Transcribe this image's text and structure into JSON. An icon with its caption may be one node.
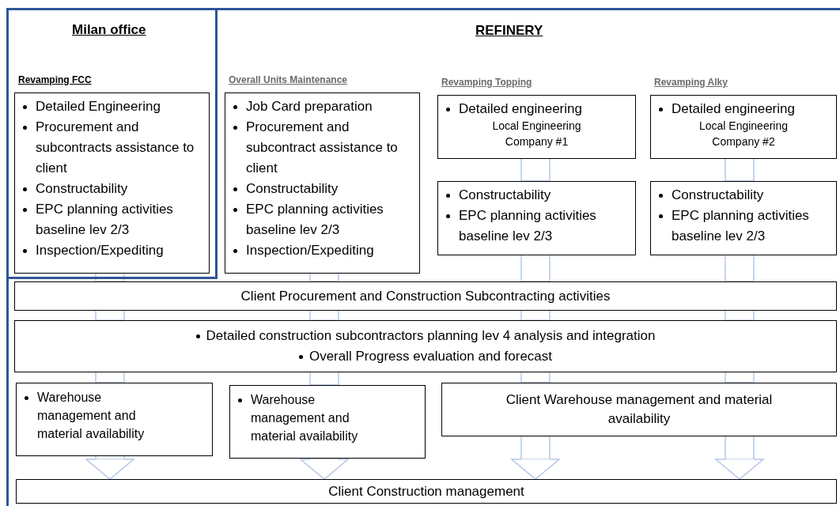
{
  "diagram": {
    "nodes": [
      {
        "text": [
          "REFINERY"
        ]
      },
      {
        "text": [
          "Milan office"
        ],
        "in": 0
      },
      {
        "text": [
          "Revamping FCC",
          "Detailed Engineering",
          "Procurement and subcontracts assistance to client",
          "Constructability",
          "EPC planning activities baseline lev 2/3",
          "Inspection/Expediting"
        ],
        "in": 1
      },
      {
        "text": [
          "Overall Units Maintenance",
          "Job Card preparation",
          "Procurement and subcontract assistance to client",
          "Constructability",
          "EPC planning activities baseline lev 2/3",
          "Inspection/Expediting"
        ],
        "in": 0
      },
      {
        "text": [
          "Revamping Topping",
          "Detailed engineering",
          "Local Engineering Company #1"
        ],
        "in": 0
      },
      {
        "text": [
          "Constructability",
          "EPC planning activities baseline lev 2/3"
        ],
        "in": 0
      },
      {
        "text": [
          "Revamping Alky",
          "Detailed engineering",
          "Local Engineering Company #2"
        ],
        "in": 0
      },
      {
        "text": [
          "Constructability",
          "EPC planning activities baseline lev 2/3"
        ],
        "in": 0
      },
      {
        "text": [
          "Client Procurement and Construction Subcontracting activities"
        ],
        "in": 0
      },
      {
        "text": [
          "Detailed construction subcontractors planning lev 4 analysis and integration",
          "Overall Progress evaluation and forecast"
        ],
        "in": 0
      },
      {
        "text": [
          "Warehouse management and material availability"
        ],
        "in": 0
      },
      {
        "text": [
          "Warehouse management and material availability"
        ],
        "in": 0
      },
      {
        "text": [
          "Client Warehouse management and material availability"
        ],
        "in": 0
      },
      {
        "text": [
          "Client Construction management"
        ],
        "in": 0
      }
    ],
    "edges": [
      {
        "from": 2,
        "to": 8,
        "arrow": "none"
      },
      {
        "from": 8,
        "to": 9,
        "arrow": "none"
      },
      {
        "from": 9,
        "to": 10,
        "arrow": "none"
      },
      {
        "from": 10,
        "to": 13,
        "arrow": "to"
      },
      {
        "from": 3,
        "to": 8,
        "arrow": "none"
      },
      {
        "from": 8,
        "to": 9,
        "arrow": "none"
      },
      {
        "from": 9,
        "to": 11,
        "arrow": "none"
      },
      {
        "from": 11,
        "to": 13,
        "arrow": "to"
      },
      {
        "from": 4,
        "to": 5,
        "arrow": "none"
      },
      {
        "from": 5,
        "to": 8,
        "arrow": "none"
      },
      {
        "from": 8,
        "to": 9,
        "arrow": "none"
      },
      {
        "from": 9,
        "to": 12,
        "arrow": "none"
      },
      {
        "from": 12,
        "to": 13,
        "arrow": "to"
      },
      {
        "from": 6,
        "to": 7,
        "arrow": "none"
      },
      {
        "from": 7,
        "to": 8,
        "arrow": "none"
      },
      {
        "from": 8,
        "to": 9,
        "arrow": "none"
      },
      {
        "from": 9,
        "to": 12,
        "arrow": "none"
      },
      {
        "from": 12,
        "to": 13,
        "arrow": "to"
      }
    ]
  }
}
